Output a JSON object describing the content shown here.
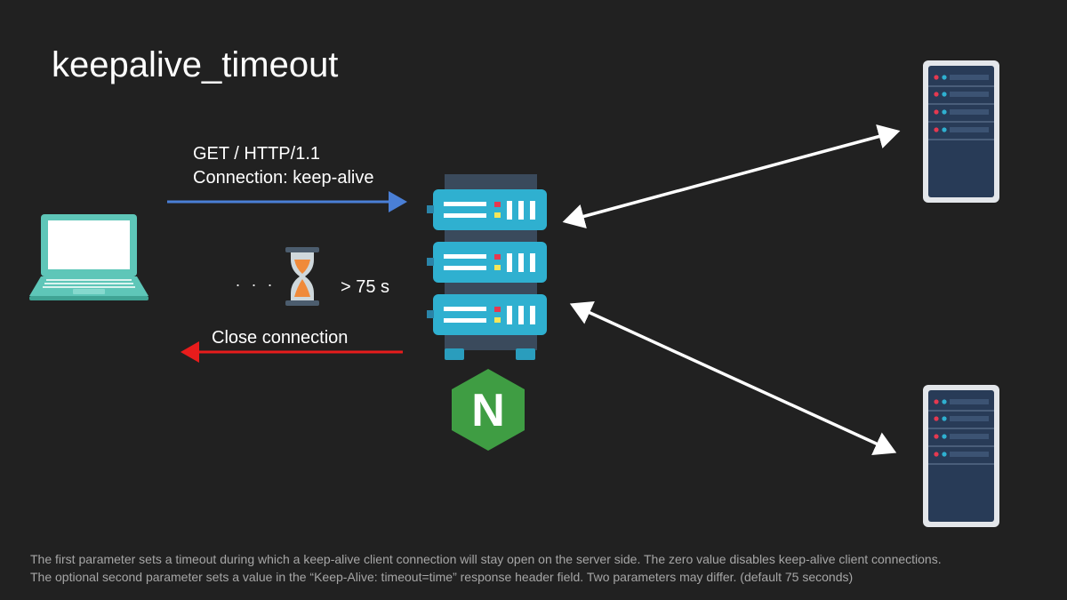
{
  "slide": {
    "title": "keepalive_timeout",
    "request_lines": [
      "GET / HTTP/1.1",
      "Connection: keep-alive"
    ],
    "wait_dots": ". . .",
    "wait_label": "> 75 s",
    "close_label": "Close connection",
    "caption_lines": [
      "The first parameter sets a timeout during which a keep-alive client connection will stay open on the server side. The zero value disables keep-alive client connections.",
      "The optional second parameter sets a value in the “Keep-Alive: timeout=time” response header field. Two parameters may differ. (default 75 seconds)"
    ],
    "logo_letter": "N"
  },
  "icons": {
    "client": "laptop-icon",
    "timer": "hourglass-icon",
    "proxy": "server-rack-icon",
    "proxy_brand": "nginx-logo",
    "upstream": "upstream-server-icon"
  },
  "colors": {
    "background": "#212121",
    "request_arrow": "#4a7fd6",
    "close_arrow": "#e81c1c",
    "link_arrow": "#ffffff",
    "laptop": "#5ec6b8",
    "rack_unit": "#2fb0d0",
    "rack_body": "#3a4a5c",
    "nginx_green": "#3f9d43",
    "hourglass_sand": "#f08a3a",
    "caption_text": "#a6a6a6"
  }
}
